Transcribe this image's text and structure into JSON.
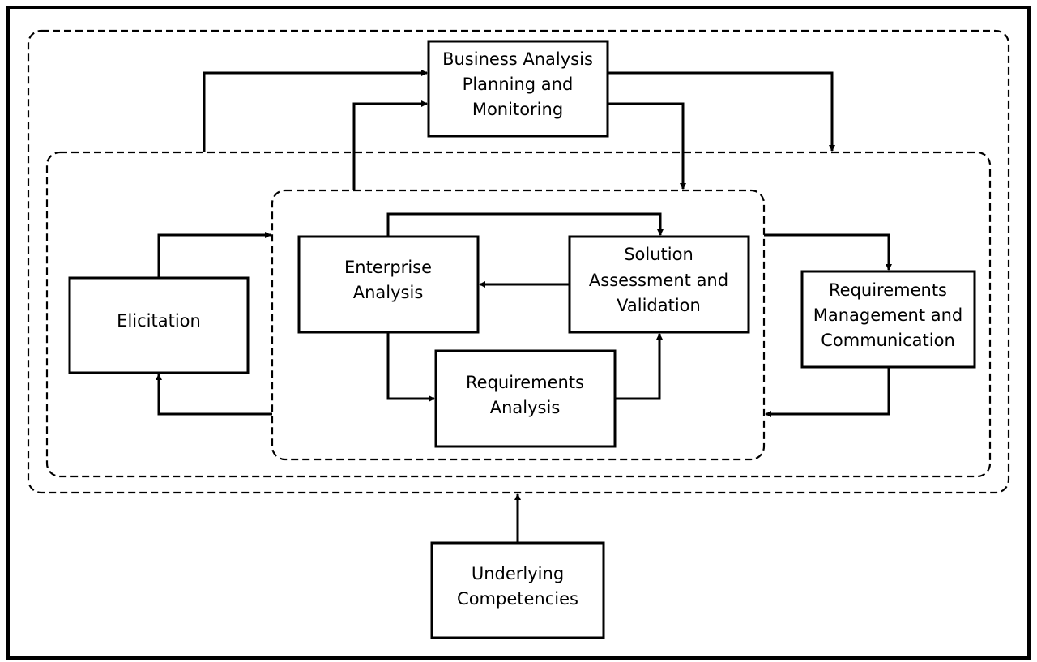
{
  "nodes": {
    "bapm": [
      "Business Analysis",
      "Planning and",
      "Monitoring"
    ],
    "elicitation": [
      "Elicitation"
    ],
    "enterprise": [
      "Enterprise",
      "Analysis"
    ],
    "solution": [
      "Solution",
      "Assessment and",
      "Validation"
    ],
    "reqanalysis": [
      "Requirements",
      "Analysis"
    ],
    "rmc": [
      "Requirements",
      "Management and",
      "Communication"
    ],
    "competencies": [
      "Underlying",
      "Competencies"
    ]
  }
}
